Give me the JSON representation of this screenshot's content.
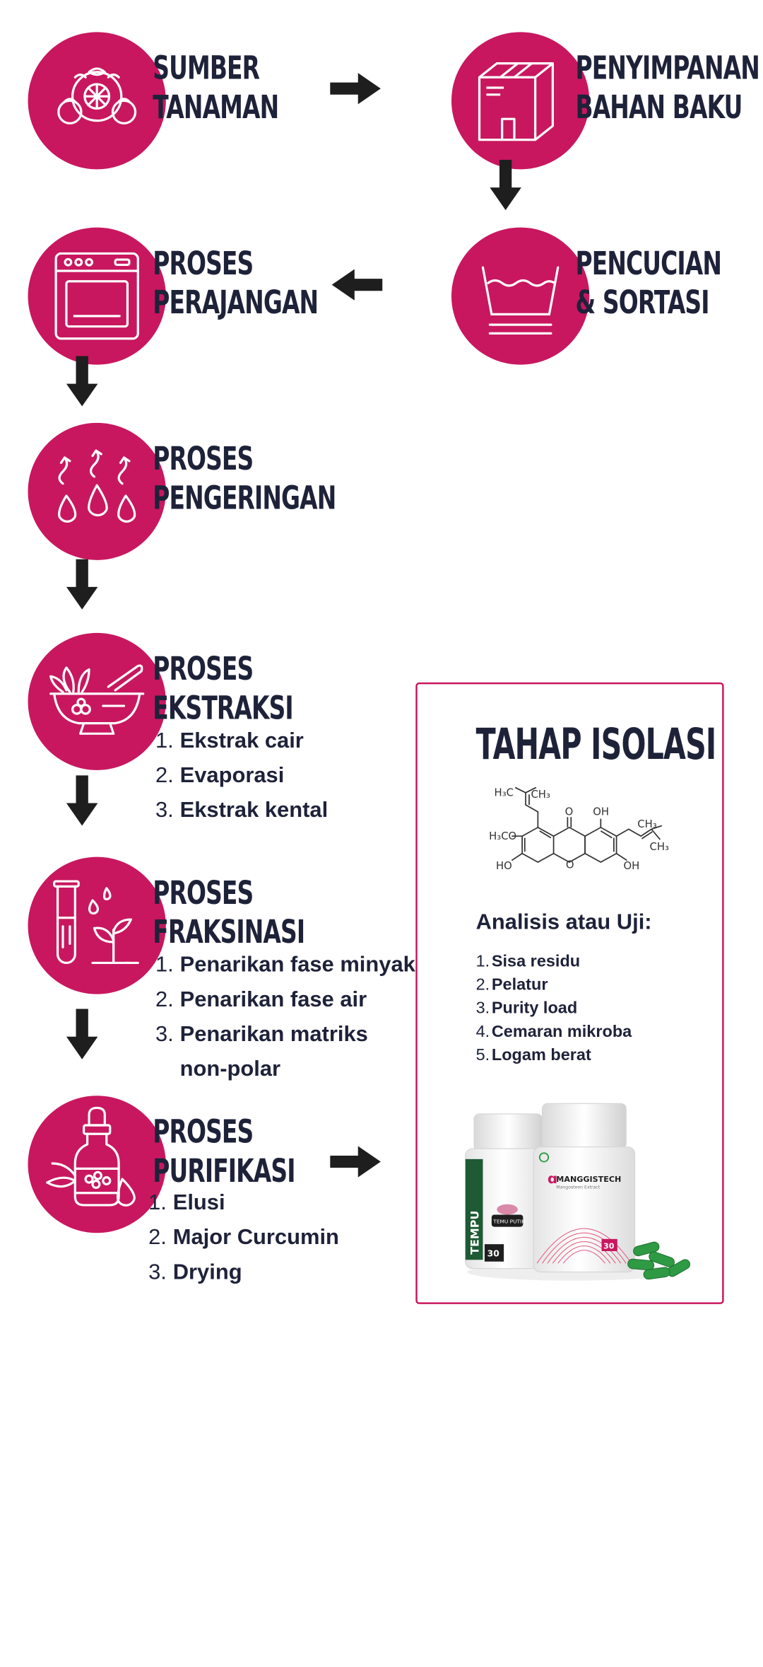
{
  "colors": {
    "accent": "#c8175f",
    "text": "#1e2239",
    "arrow": "#1e1e1e",
    "capsule": "#2e9a44"
  },
  "steps": {
    "sumber": {
      "line1": "SUMBER",
      "line2": "TANAMAN",
      "icon": "mangosteen-icon"
    },
    "penyimpanan": {
      "line1": "PENYIMPANAN",
      "line2": "BAHAN BAKU",
      "icon": "storage-box-icon"
    },
    "pencucian": {
      "line1": "PENCUCIAN",
      "line2": "& SORTASI",
      "icon": "washing-basin-icon"
    },
    "perajangan": {
      "line1": "PROSES",
      "line2": "PERAJANGAN",
      "icon": "oven-icon"
    },
    "pengeringan": {
      "line1": "PROSES",
      "line2": "PENGERINGAN",
      "icon": "evaporation-drops-icon"
    },
    "ekstraksi": {
      "line1": "PROSES",
      "line2": "EKSTRAKSI",
      "icon": "mortar-pestle-icon",
      "items": [
        {
          "num": "1.",
          "text": "Ekstrak cair"
        },
        {
          "num": "2.",
          "text": "Evaporasi"
        },
        {
          "num": "3.",
          "text": "Ekstrak kental"
        }
      ]
    },
    "fraksinasi": {
      "line1": "PROSES",
      "line2": "FRAKSINASI",
      "icon": "test-tube-plant-icon",
      "items": [
        {
          "num": "1.",
          "text": "Penarikan fase minyak"
        },
        {
          "num": "2.",
          "text": "Penarikan fase air"
        },
        {
          "num": "3.",
          "text": "Penarikan matriks non-polar"
        }
      ]
    },
    "purifikasi": {
      "line1": "PROSES",
      "line2": "PURIFIKASI",
      "icon": "dropper-bottle-icon",
      "items": [
        {
          "num": "1.",
          "text": "Elusi"
        },
        {
          "num": "2.",
          "text": "Major Curcumin"
        },
        {
          "num": "3.",
          "text": "Drying"
        }
      ]
    }
  },
  "isolasi": {
    "title": "TAHAP ISOLASI",
    "molecule_labels": {
      "h3c_top": "H₃C",
      "ch3_top": "CH₃",
      "o": "O",
      "oh_top": "OH",
      "ch3_right1": "CH₃",
      "ch3_right2": "CH₃",
      "h3co": "H₃CO",
      "ho": "HO",
      "oh_bottom": "OH"
    },
    "analisis_title": "Analisis atau Uji:",
    "analisis_items": [
      {
        "num": "1.",
        "text": "Sisa residu"
      },
      {
        "num": "2.",
        "text": "Pelatur"
      },
      {
        "num": "3.",
        "text": "Purity load"
      },
      {
        "num": "4.",
        "text": "Cemaran mikroba"
      },
      {
        "num": "5.",
        "text": "Logam berat"
      }
    ],
    "products": {
      "left_brand": "TEMPU",
      "left_label": "TEMU PUTIH",
      "left_count": "30",
      "right_brand": "MANGGISTECH",
      "right_sub": "Mangosteen Extract",
      "right_count": "30"
    }
  }
}
